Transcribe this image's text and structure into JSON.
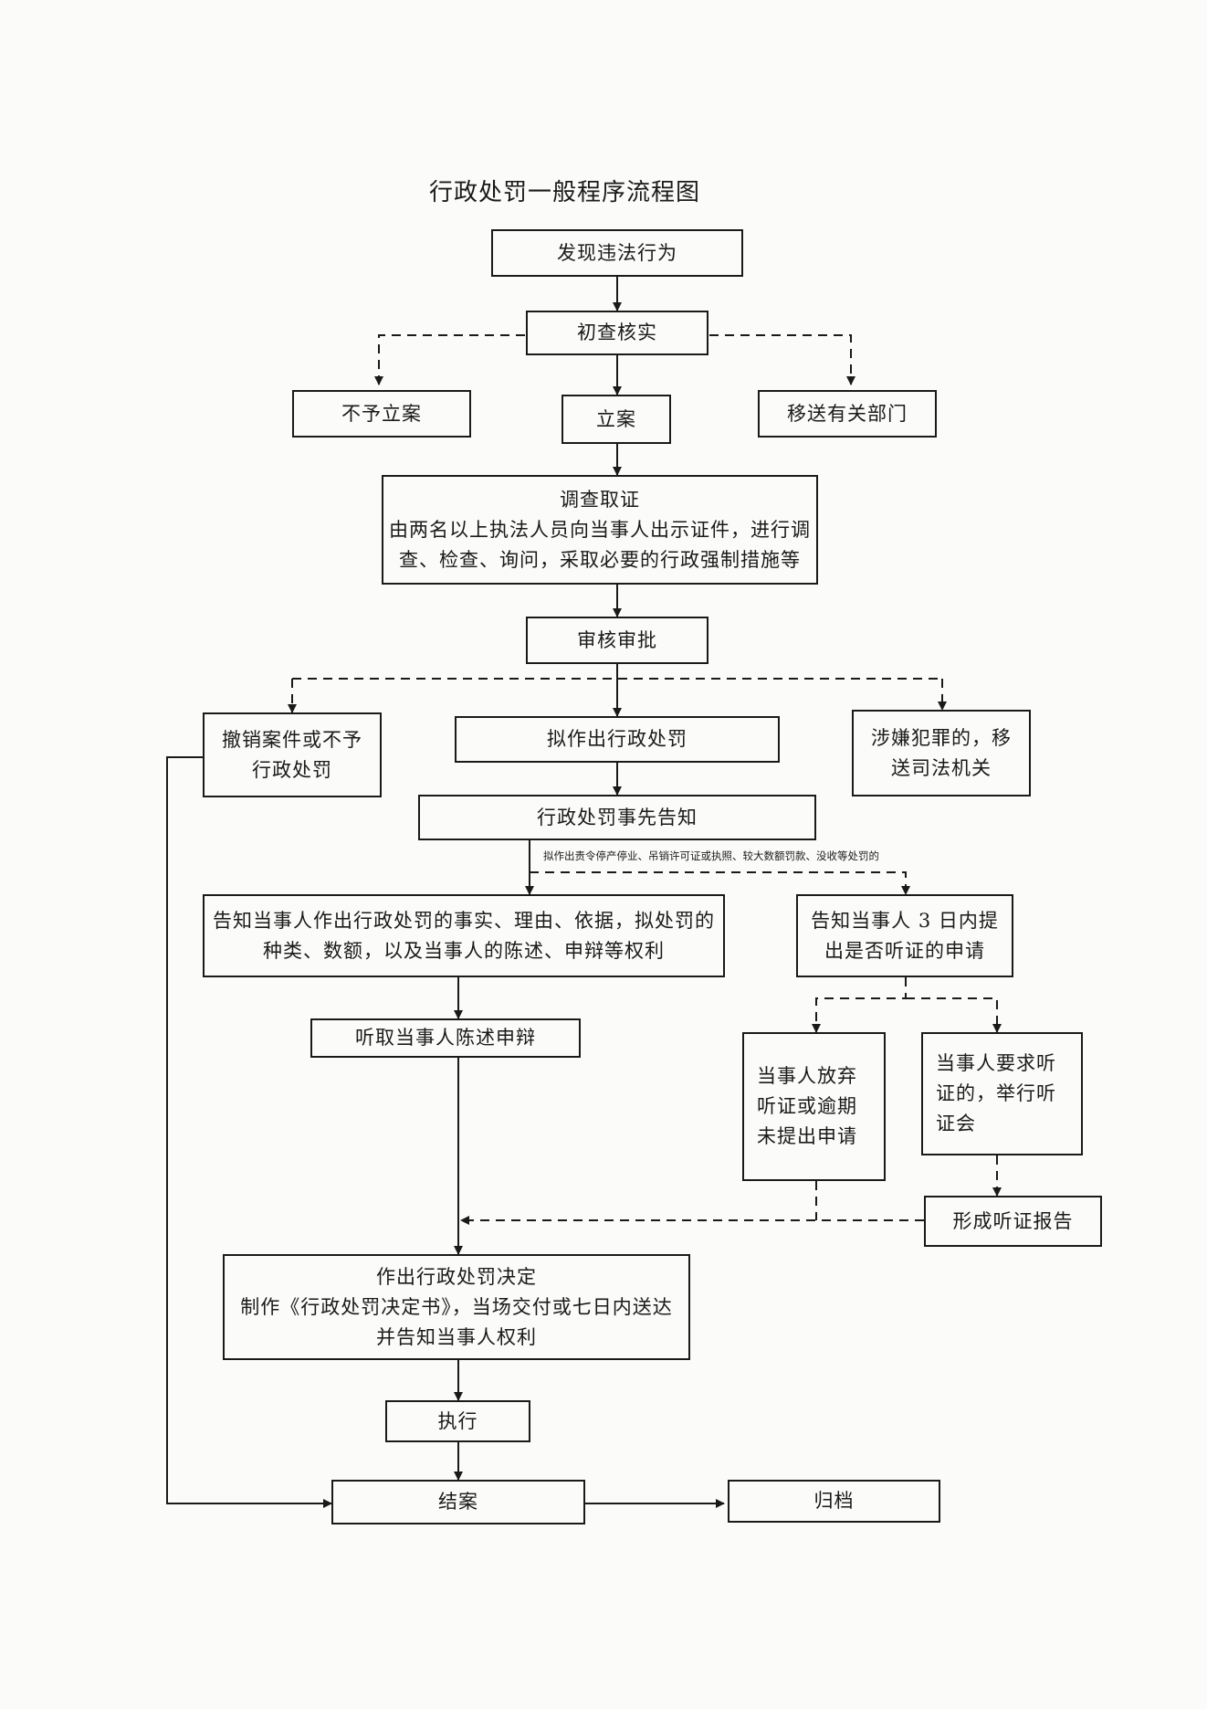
{
  "title": "行政处罚一般程序流程图",
  "nodes": {
    "discover": "发现违法行为",
    "preliminary_check": "初查核实",
    "no_filing": "不予立案",
    "filing": "立案",
    "transfer_department": "移送有关部门",
    "investigation": [
      "调查取证",
      "由两名以上执法人员向当事人出示证件，进行调",
      "查、检查、询问，采取必要的行政强制措施等"
    ],
    "review_approval": "审核审批",
    "revoke_case": [
      "撤销案件或不予",
      "行政处罚"
    ],
    "proposed_penalty": "拟作出行政处罚",
    "criminal_transfer": [
      "涉嫌犯罪的，移",
      "送司法机关"
    ],
    "prior_notice": "行政处罚事先告知",
    "inform_rights": [
      "告知当事人作出行政处罚的事实、理由、依据，拟处罚的",
      "种类、数额，以及当事人的陈述、申辩等权利"
    ],
    "inform_hearing": [
      "告知当事人 3 日内提",
      "出是否听证的申请"
    ],
    "listen_defense": "听取当事人陈述申辩",
    "waive_hearing": [
      "当事人放弃",
      "听证或逾期",
      "未提出申请"
    ],
    "request_hearing": [
      "当事人要求听",
      "证的，举行听",
      "证会"
    ],
    "hearing_report": "形成听证报告",
    "decision": [
      "作出行政处罚决定",
      "制作《行政处罚决定书》，当场交付或七日内送达",
      "并告知当事人权利"
    ],
    "execute": "执行",
    "close_case": "结案",
    "archive": "归档"
  },
  "branch_note": "拟作出责令停产停业、吊销许可证或执照、较大数额罚款、没收等处罚的",
  "colors": {
    "ink": "#1a1a1a",
    "paper": "#fbfbfa"
  }
}
